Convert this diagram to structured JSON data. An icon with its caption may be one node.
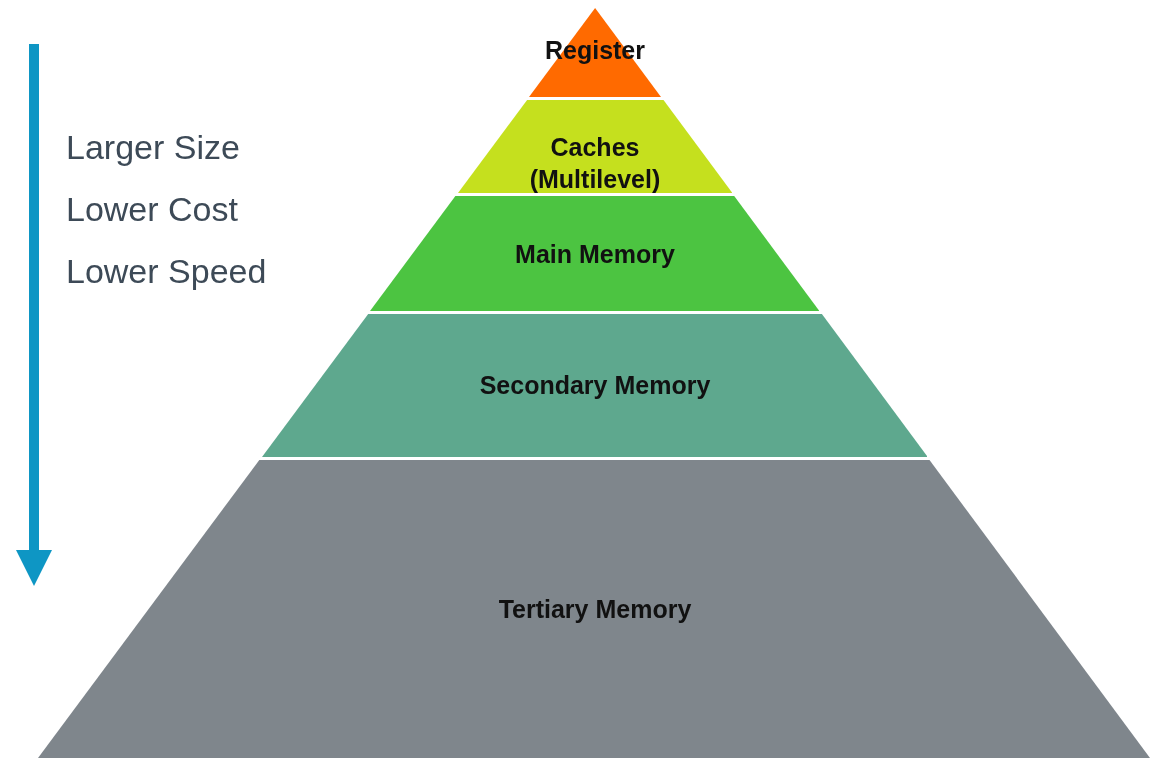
{
  "diagram": {
    "nodes": [
      {
        "text": [
          "Register"
        ]
      },
      {
        "text": [
          "Caches (Multilevel)"
        ]
      },
      {
        "text": [
          "Main Memory"
        ]
      },
      {
        "text": [
          "Secondary Memory"
        ]
      },
      {
        "text": [
          "Tertiary Memory"
        ]
      }
    ],
    "labels": [
      "Larger Size",
      "Lower Cost",
      "Lower Speed"
    ]
  }
}
